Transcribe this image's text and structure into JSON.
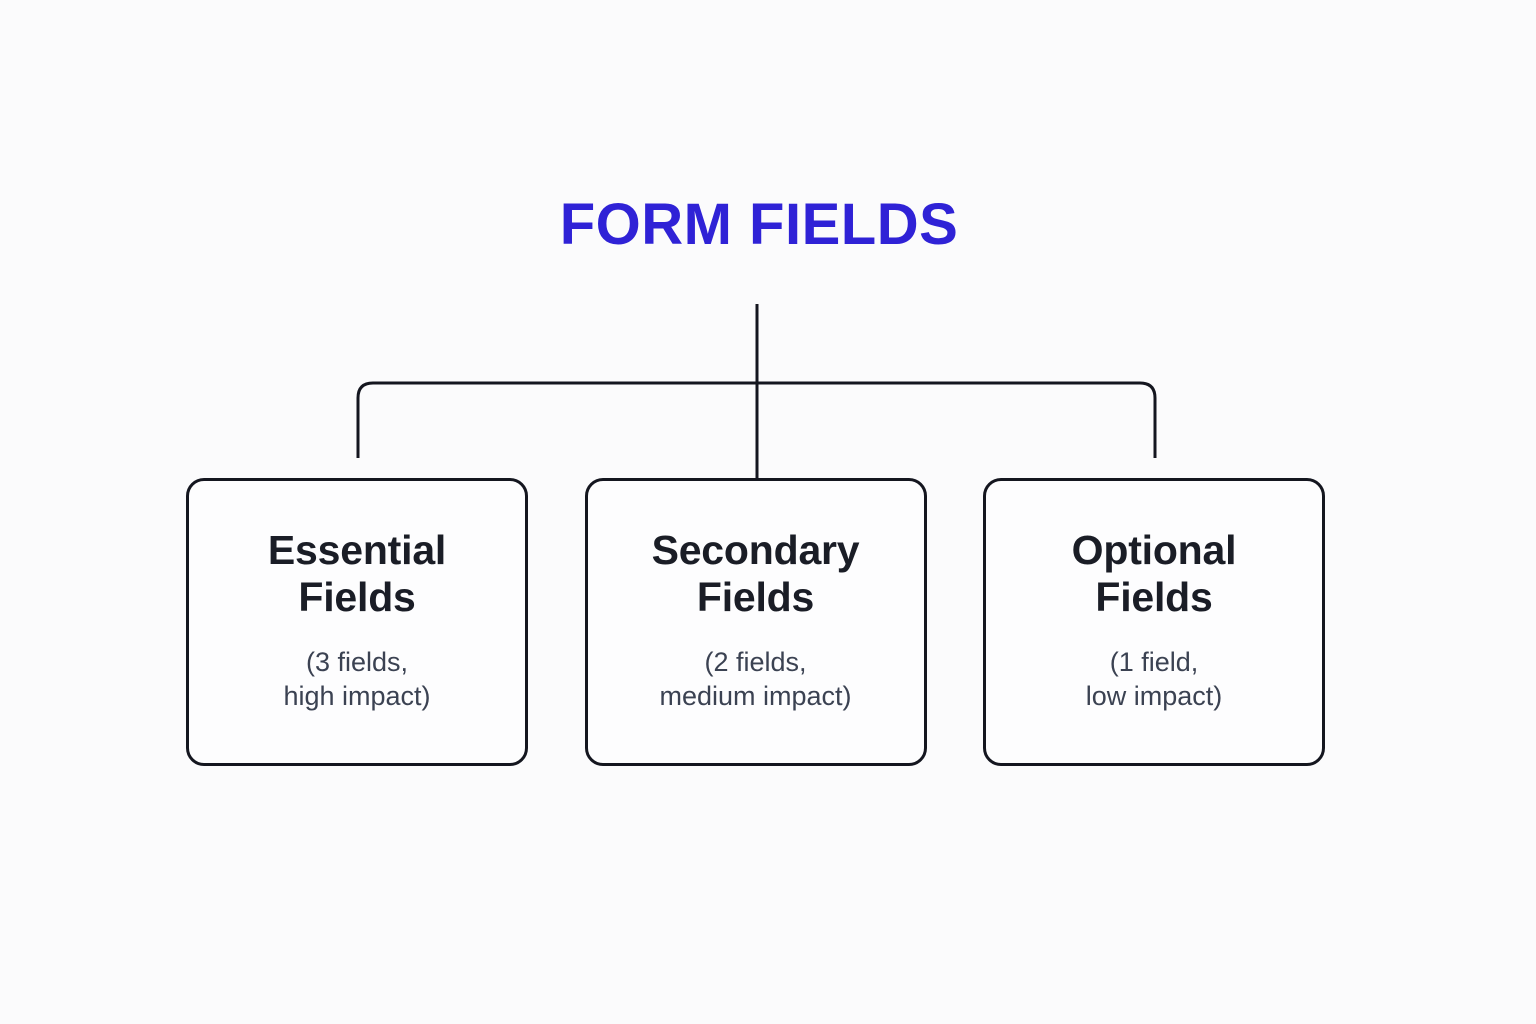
{
  "diagram": {
    "title": "FORM FIELDS",
    "title_color": "#2f22d6",
    "line_color": "#14161f",
    "background_color": "#fbfbfc",
    "node_title_color": "#1a1d26",
    "node_subtitle_color": "#3b4252",
    "type": "hierarchy-tree",
    "nodes": [
      {
        "title": "Essential\nFields",
        "subtitle": "(3 fields,\nhigh impact)",
        "field_count": 3,
        "impact": "high"
      },
      {
        "title": "Secondary\nFields",
        "subtitle": "(2 fields,\nmedium impact)",
        "field_count": 2,
        "impact": "medium"
      },
      {
        "title": "Optional\nFields",
        "subtitle": "(1 field,\nlow impact)",
        "field_count": 1,
        "impact": "low"
      }
    ]
  }
}
